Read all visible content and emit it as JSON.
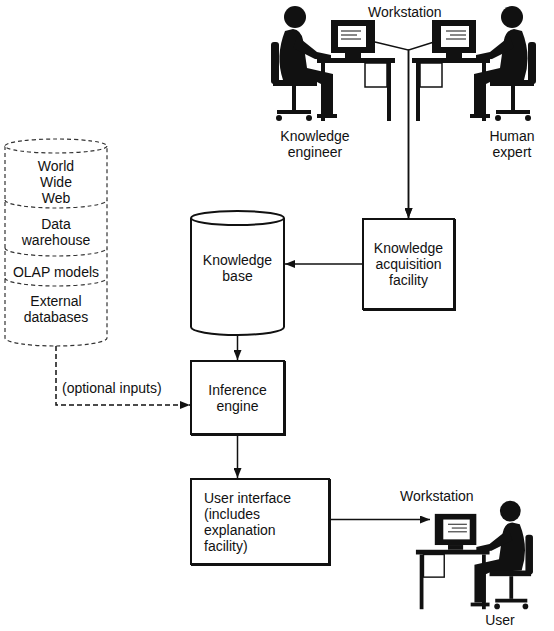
{
  "diagram": {
    "nodes": [
      {
        "text": [
          "Knowledge engineer"
        ]
      },
      {
        "text": [
          "Human expert"
        ]
      },
      {
        "text": [
          "World Wide Web",
          "Data warehouse",
          "OLAP models",
          "External databases"
        ]
      },
      {
        "text": [
          "Knowledge base"
        ]
      },
      {
        "text": [
          "Knowledge acquisition facility"
        ]
      },
      {
        "text": [
          "Inference engine"
        ]
      },
      {
        "text": [
          "User interface (includes explanation facility)"
        ]
      },
      {
        "text": [
          "Workstation",
          "User"
        ]
      }
    ],
    "edges": [
      {
        "from": 0,
        "to": 4,
        "arrow": "to"
      },
      {
        "from": 1,
        "to": 4,
        "arrow": "to"
      },
      {
        "from": 4,
        "to": 3,
        "arrow": "to"
      },
      {
        "from": 3,
        "to": 5,
        "arrow": "to"
      },
      {
        "from": 2,
        "to": 5,
        "label": "(optional inputs)",
        "arrow": "to"
      },
      {
        "from": 5,
        "to": 6,
        "arrow": "to"
      },
      {
        "from": 6,
        "to": 7,
        "arrow": "to"
      }
    ],
    "labels": [
      "Workstation"
    ]
  }
}
